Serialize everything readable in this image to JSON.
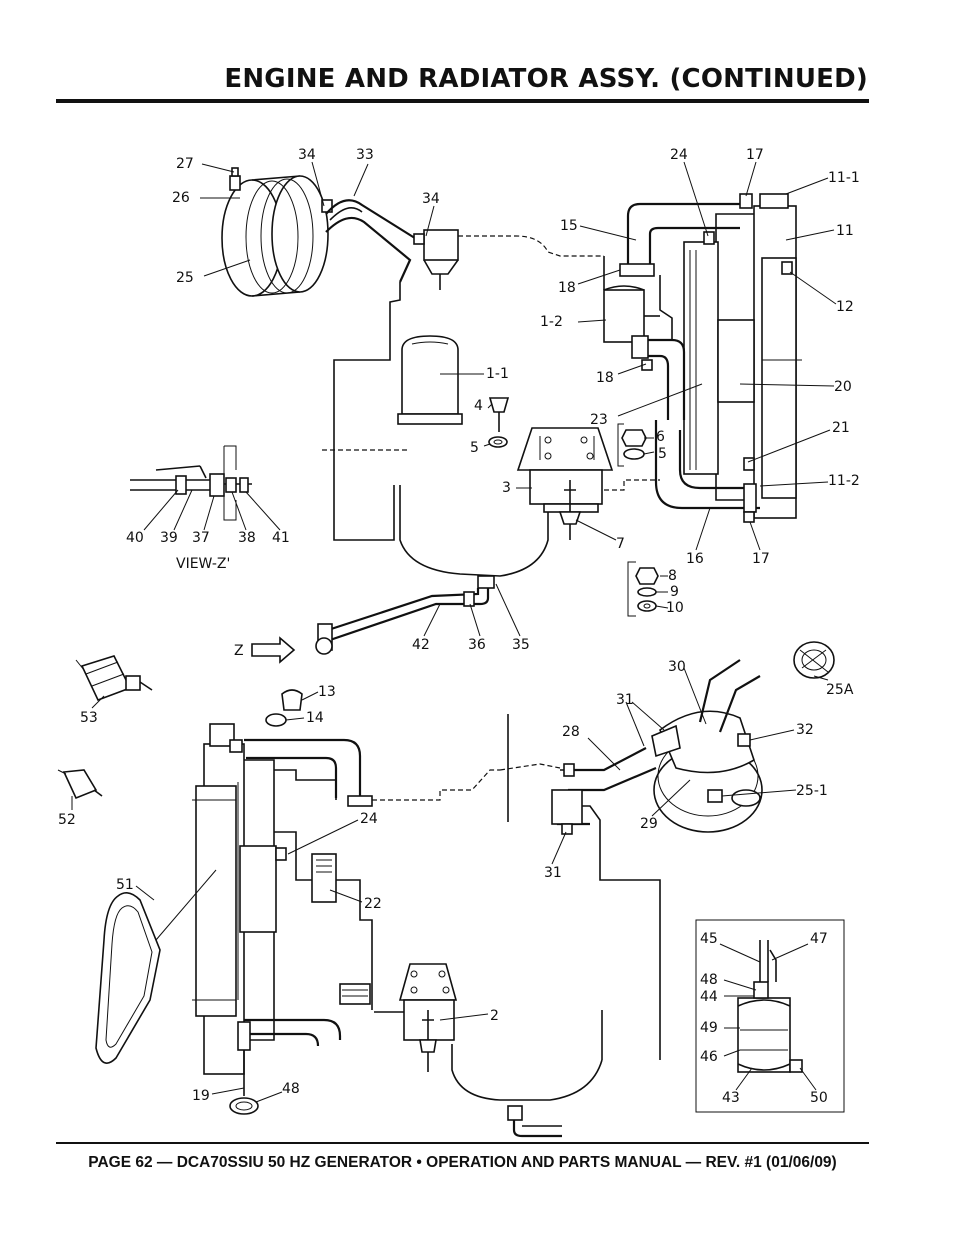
{
  "header": {
    "title": "ENGINE AND RADIATOR ASSY. (CONTINUED)"
  },
  "footer": {
    "text": "PAGE 62 — DCA70SSIU 50 HZ GENERATOR • OPERATION AND PARTS MANUAL — REV. #1 (01/06/09)"
  },
  "diagram": {
    "labels": {
      "n27": "27",
      "n26": "26",
      "n25": "25",
      "n34a": "34",
      "n33": "33",
      "n34b": "34",
      "n24a": "24",
      "n17a": "17",
      "n11_1": "11-1",
      "n11": "11",
      "n15": "15",
      "n18a": "18",
      "n12": "12",
      "n1_2": "1-2",
      "n18b": "18",
      "n1_1": "1-1",
      "n20": "20",
      "n23": "23",
      "n4": "4",
      "n6": "6",
      "n5a": "5",
      "n5b": "5",
      "n21": "21",
      "n3": "3",
      "n11_2": "11-2",
      "n40": "40",
      "n39": "39",
      "n37": "37",
      "n38": "38",
      "n41": "41",
      "view_z": "VIEW-Z'",
      "n7": "7",
      "n16": "16",
      "n17b": "17",
      "n8": "8",
      "n9": "9",
      "n10": "10",
      "z": "Z",
      "n42": "42",
      "n36": "36",
      "n35": "35",
      "n53": "53",
      "n13": "13",
      "n14": "14",
      "n30": "30",
      "n25a": "25A",
      "n31a": "31",
      "n32": "32",
      "n28": "28",
      "n25_1": "25-1",
      "n52": "52",
      "n24b": "24",
      "n29": "29",
      "n31b": "31",
      "n51": "51",
      "n22": "22",
      "n45": "45",
      "n47": "47",
      "n48a": "48",
      "n44": "44",
      "n2": "2",
      "n49": "49",
      "n46": "46",
      "n19": "19",
      "n48b": "48",
      "n43": "43",
      "n50": "50"
    }
  }
}
